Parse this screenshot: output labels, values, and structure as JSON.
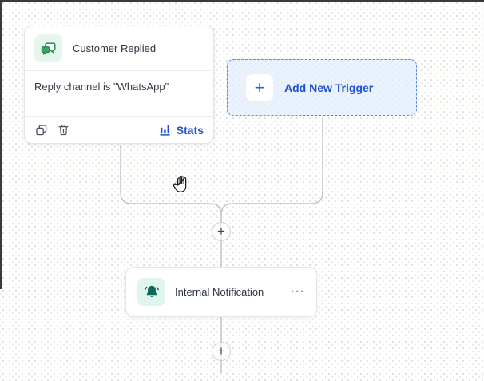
{
  "trigger_card": {
    "icon": "chat-bubbles-icon",
    "title": "Customer Replied",
    "condition": "Reply channel is \"WhatsApp\"",
    "footer": {
      "copy_icon": "copy-icon",
      "delete_icon": "trash-icon",
      "stats_icon": "bar-chart-icon",
      "stats_label": "Stats"
    }
  },
  "add_trigger": {
    "plus": "+",
    "label": "Add New Trigger"
  },
  "connectors": {
    "plus_top": "+",
    "plus_bottom": "+"
  },
  "action_node": {
    "icon": "bell-icon",
    "title": "Internal Notification",
    "menu": "···"
  },
  "cursor": "open-hand-cursor",
  "colors": {
    "accent_blue": "#1d4fd7",
    "dashed_border_blue": "#4c8df6",
    "icon_green": "#2f9e54",
    "icon_teal": "#0b6a5a",
    "connector_gray": "#c3c3c9"
  }
}
